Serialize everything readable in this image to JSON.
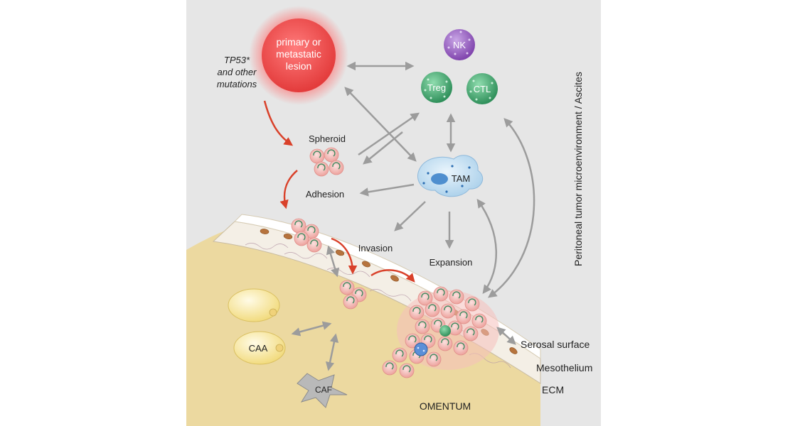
{
  "lesion": {
    "line1": "primary or",
    "line2": "metastatic",
    "line3": "lesion"
  },
  "mutations": {
    "line1": "TP53*",
    "line2": "and other",
    "line3": "mutations"
  },
  "immune": {
    "nk": "NK",
    "treg": "Treg",
    "ctl": "CTL"
  },
  "tam": "TAM",
  "spheroid": "Spheroid",
  "adhesion": "Adhesion",
  "invasion": "Invasion",
  "expansion": "Expansion",
  "side_label": "Peritoneal tumor microenvironment / Ascites",
  "layers": {
    "serosal": "Serosal surface",
    "mesothelium": "Mesothelium",
    "ecm": "ECM"
  },
  "omentum": "OMENTUM",
  "caa": "CAA",
  "caf": "CAF",
  "colors": {
    "background": "#e6e6e6",
    "omentum": "#ecd9a0",
    "lesion": "#e74b4b",
    "red_arrow": "#d9412a",
    "grey_arrow": "#9c9c9c",
    "immune_purple": "#8a4fb0",
    "immune_green": "#3aa06a",
    "tam": "#bcd9ee",
    "tumor_cell": "#f2b9b5"
  }
}
